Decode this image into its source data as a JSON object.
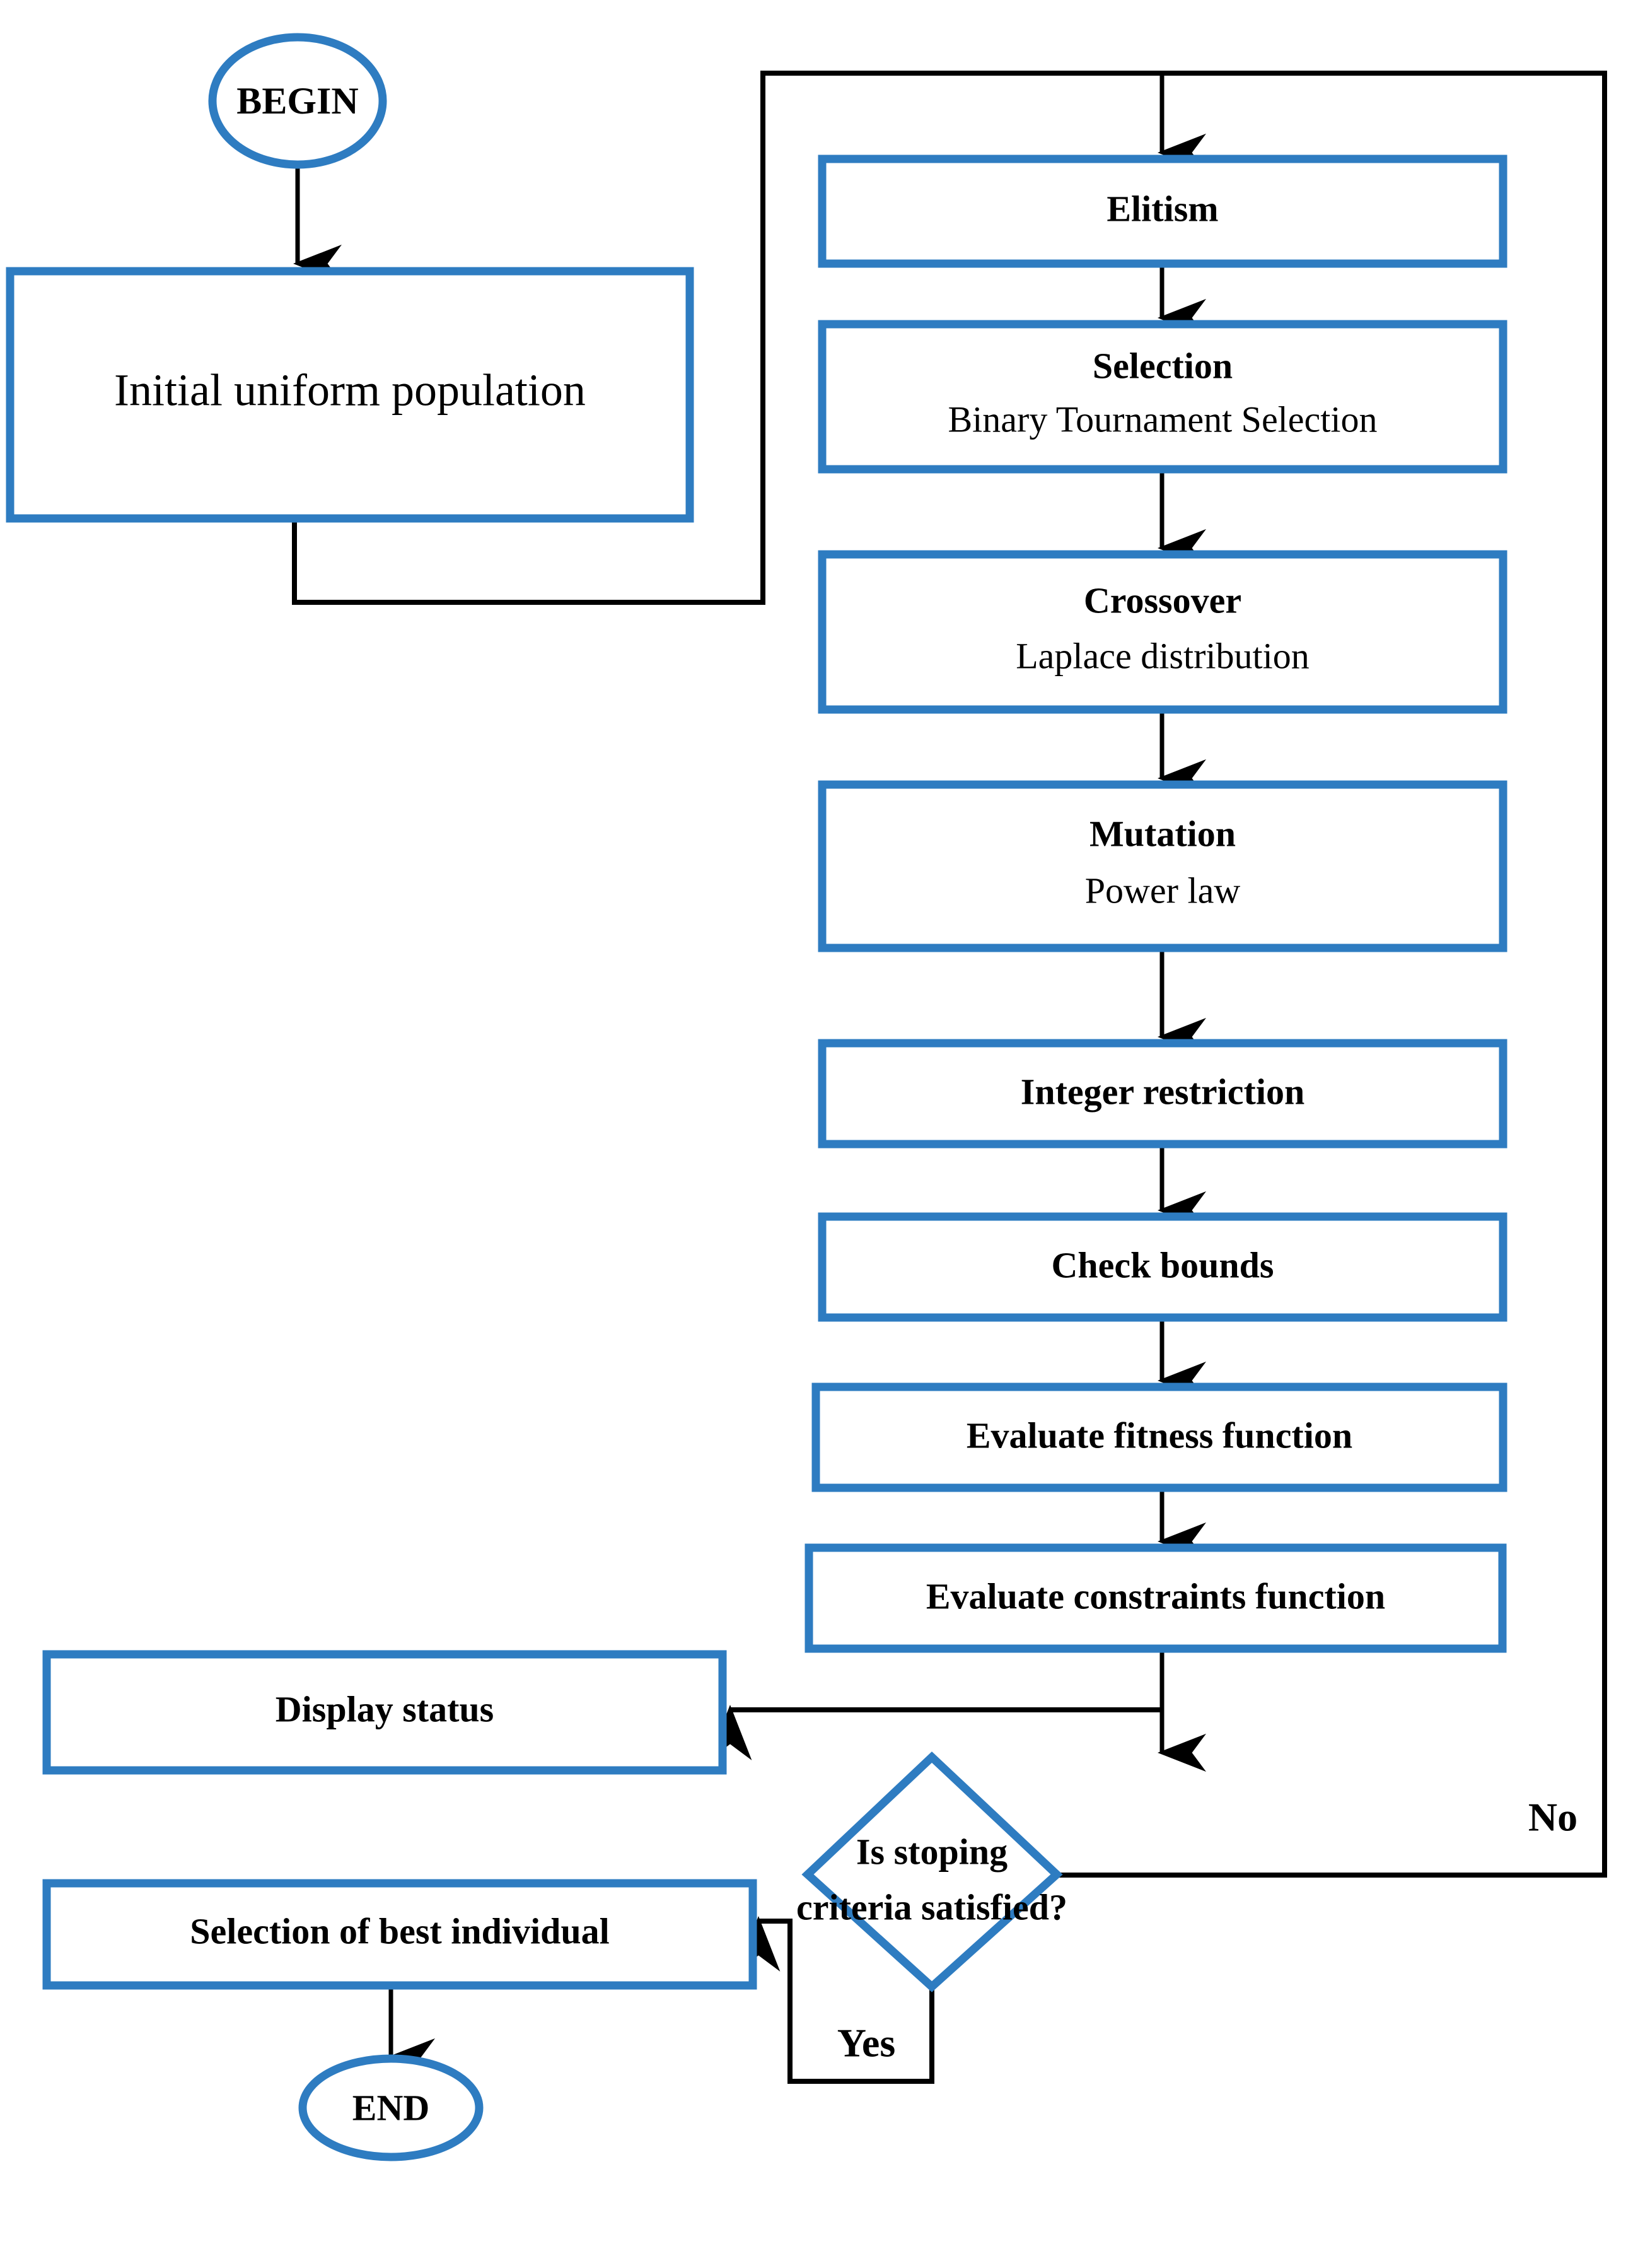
{
  "diagram": {
    "title": "Genetic Algorithm Flowchart",
    "accent_color": "#2E7CC1",
    "line_color": "#000000",
    "background_color": "#FFFFFF",
    "shape_fill": "#FFFFFF"
  },
  "nodes": {
    "begin": {
      "label": "BEGIN",
      "shape": "ellipse"
    },
    "initial_population": {
      "label": "Initial uniform population",
      "shape": "rect"
    },
    "elitism": {
      "label": "Elitism",
      "shape": "rect"
    },
    "selection": {
      "title": "Selection",
      "subtitle": "Binary Tournament Selection",
      "shape": "rect"
    },
    "crossover": {
      "title": "Crossover",
      "subtitle": "Laplace distribution",
      "shape": "rect"
    },
    "mutation": {
      "title": "Mutation",
      "subtitle": "Power law",
      "shape": "rect"
    },
    "integer_restriction": {
      "label": "Integer restriction",
      "shape": "rect"
    },
    "check_bounds": {
      "label": "Check bounds",
      "shape": "rect"
    },
    "evaluate_fitness": {
      "label": "Evaluate fitness function",
      "shape": "rect"
    },
    "evaluate_constraints": {
      "label": "Evaluate constraints function",
      "shape": "rect"
    },
    "display_status": {
      "label": "Display status",
      "shape": "rect"
    },
    "decision": {
      "line1": "Is stoping",
      "line2": "criteria satisfied?",
      "shape": "diamond"
    },
    "best_individual": {
      "label": "Selection of best individual",
      "shape": "rect"
    },
    "end": {
      "label": "END",
      "shape": "ellipse"
    }
  },
  "edge_labels": {
    "no": "No",
    "yes": "Yes"
  },
  "flow_order": [
    "begin",
    "initial_population",
    "elitism",
    "selection",
    "crossover",
    "mutation",
    "integer_restriction",
    "check_bounds",
    "evaluate_fitness",
    "evaluate_constraints",
    "decision",
    "display_status",
    "best_individual",
    "end"
  ]
}
